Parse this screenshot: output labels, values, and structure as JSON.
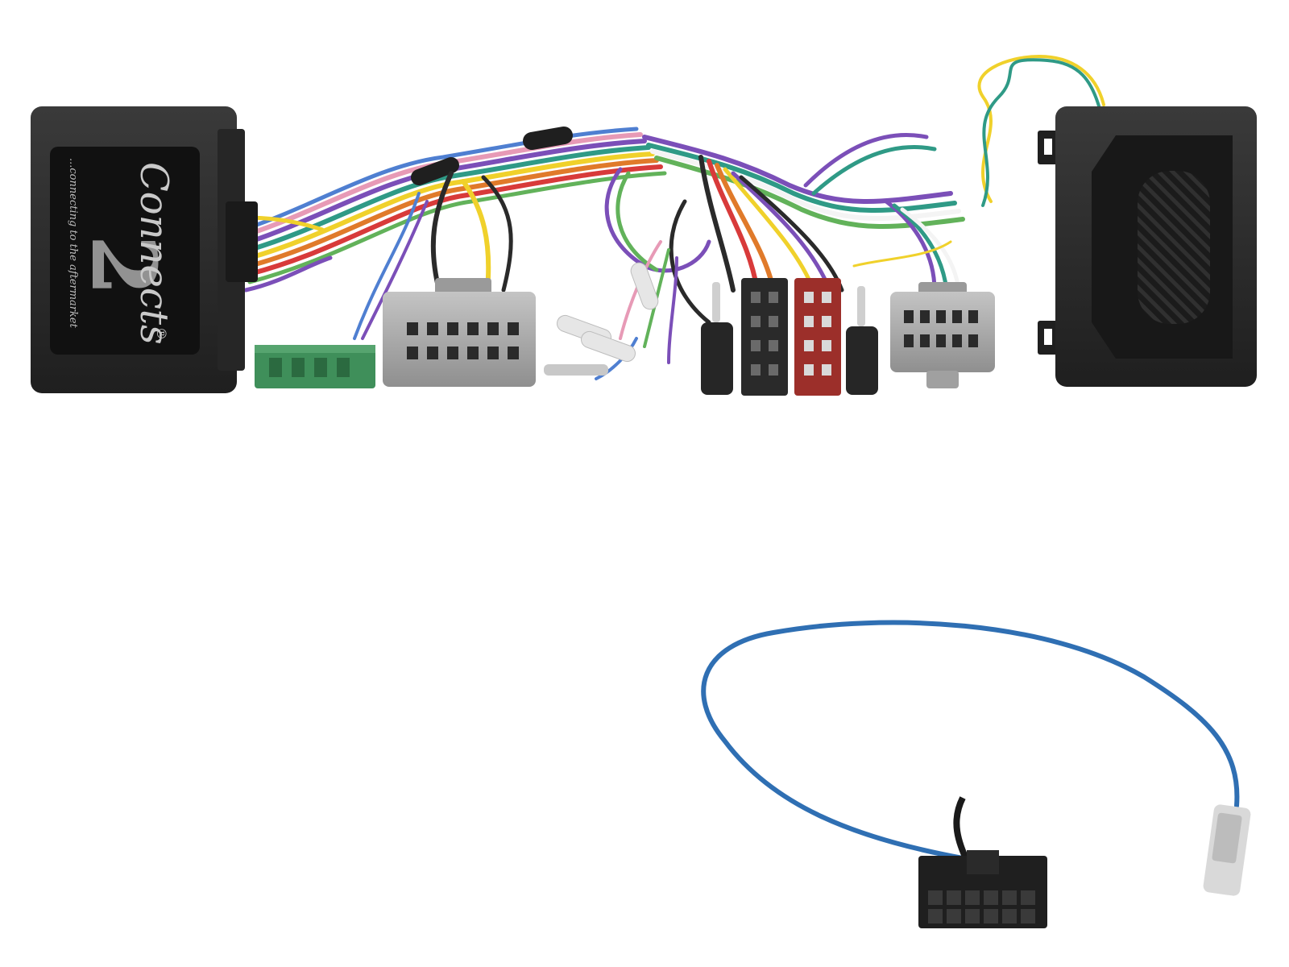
{
  "brand": {
    "wordmark": "Connects",
    "numeral": "2",
    "registered": "®",
    "tagline": "...connecting to the aftermarket"
  },
  "colors": {
    "background": "#ffffff",
    "module_body": "#2b2b2b",
    "label_panel": "#111111",
    "connector_grey": "#a9a9a9",
    "connector_green": "#3f8f5a",
    "connector_black": "#2a2a2a",
    "connector_red": "#9c2f2a",
    "antenna_cable": "#2f6fb3"
  },
  "wire_colors": [
    "#7b4fb8",
    "#2f9a86",
    "#f0d12b",
    "#e07a2a",
    "#d83a3a",
    "#e79ab6",
    "#f4f4f4",
    "#2a2a2a",
    "#4f7fd1",
    "#62b25a"
  ],
  "items": [
    "interface-module",
    "remote-control-box",
    "green-vehicle-plug",
    "grey-vehicle-plug-16pin",
    "iso-connector-black",
    "iso-connector-red",
    "grey-vehicle-plug-12pin",
    "jack-3.5mm-left",
    "jack-3.5mm-right",
    "antenna-adapter-cable"
  ]
}
